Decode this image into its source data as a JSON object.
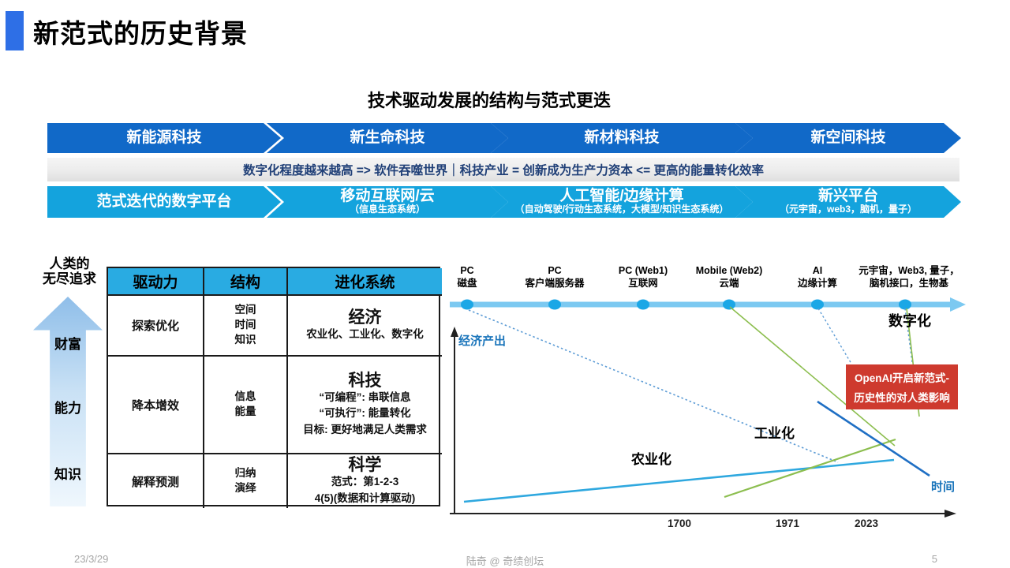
{
  "header": {
    "title": "新范式的历史背景"
  },
  "subtitle": "技术驱动发展的结构与范式更迭",
  "process": {
    "row1": {
      "items": [
        {
          "label": "新能源科技"
        },
        {
          "label": "新生命科技"
        },
        {
          "label": "新材料科技"
        },
        {
          "label": "新空间科技"
        }
      ]
    },
    "connector": "数字化程度越来越高 => 软件吞噬世界｜科技产业 = 创新成为生产力资本  <= 更高的能量转化效率",
    "row2": {
      "items": [
        {
          "label": "范式迭代的数字平台",
          "sublabel": ""
        },
        {
          "label": "移动互联网/云",
          "sublabel": "（信息生态系统）"
        },
        {
          "label": "人工智能/边缘计算",
          "sublabel": "（自动驾驶/行动生态系统，大模型/知识生态系统）"
        },
        {
          "label": "新兴平台",
          "sublabel": "（元宇宙，web3，脑机，量子）"
        }
      ]
    }
  },
  "pursuit": {
    "heading_line1": "人类的",
    "heading_line2": "无尽追求",
    "levels": [
      "财富",
      "能力",
      "知识"
    ]
  },
  "table": {
    "headers": [
      "驱动力",
      "结构",
      "进化系统"
    ],
    "rows": [
      {
        "driver": "探索优化",
        "structure": "空间\n时间\n知识",
        "system_title": "经济",
        "system_lines": "农业化、工业化、数字化"
      },
      {
        "driver": "降本增效",
        "structure": "信息\n能量",
        "system_title": "科技",
        "system_lines": "“可编程”: 串联信息\n“可执行”: 能量转化\n目标: 更好地满足人类需求"
      },
      {
        "driver": "解释预测",
        "structure": "归纳\n演绎",
        "system_title": "科学",
        "system_lines": "范式：第1-2-3\n4(5)(数据和计算驱动)"
      }
    ]
  },
  "chart": {
    "timeline_eras": [
      {
        "line1": "PC",
        "line2": "磁盘"
      },
      {
        "line1": "PC",
        "line2": "客户端服务器"
      },
      {
        "line1": "PC (Web1)",
        "line2": "互联网"
      },
      {
        "line1": "Mobile (Web2)",
        "line2": "云端"
      },
      {
        "line1": "AI",
        "line2": "边缘计算"
      },
      {
        "line1": "元宇宙，Web3, 量子，",
        "line2": "脑机接口，生物基"
      }
    ],
    "digitalization_label": "数字化",
    "y_axis_label": "经济产出",
    "x_axis_label": "时间",
    "x_ticks": [
      "1700",
      "1971",
      "2023"
    ],
    "curve_labels": {
      "agriculture": "农业化",
      "industry": "工业化"
    },
    "annotation": {
      "line1": "OpenAI开启新范式-",
      "line2": "历史性的对人类影响"
    }
  },
  "footer": {
    "date": "23/3/29",
    "credit": "陆奇 @ 奇绩创坛",
    "page": "5"
  },
  "colors": {
    "accent_blue": "#2E6FE6",
    "chevron_row1": "#1169C8",
    "chevron_row2": "#14A3DD",
    "connector_text": "#1F3F77",
    "table_header_bg": "#29ABE2",
    "timeline_bar": "#7CC9F1",
    "timeline_dot": "#1BA7E6",
    "axis_label_blue": "#1B75BB",
    "agriculture_line": "#2FA8DF",
    "industry_line": "#8CBE4F",
    "digital_line": "#1F6FC4",
    "dotted_line": "#5B9BD5",
    "annotation_bg": "#CE3A2E",
    "footer_text": "#A6A6A6"
  }
}
